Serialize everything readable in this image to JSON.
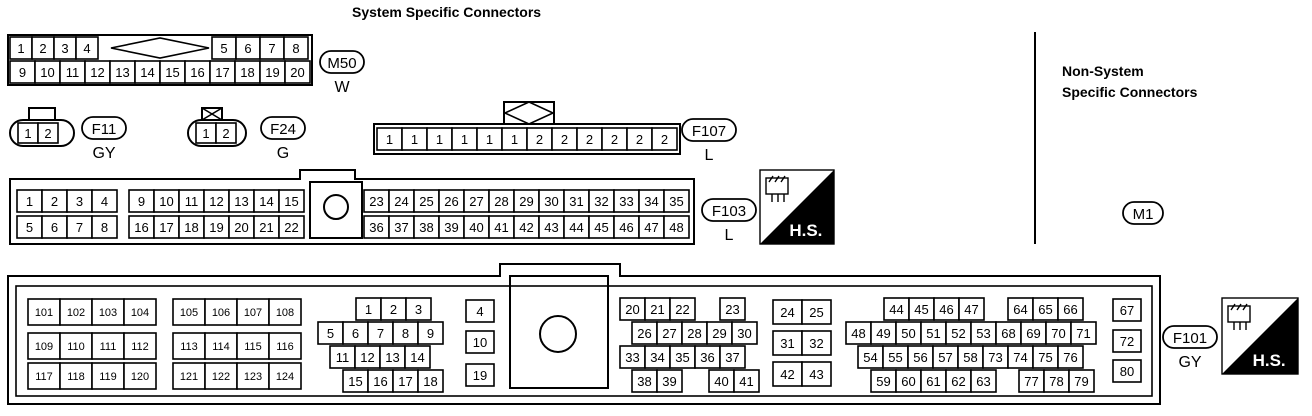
{
  "header": {
    "title": "System Specific Connectors"
  },
  "side_panel": {
    "title_line1": "Non-System",
    "title_line2": "Specific Connectors"
  },
  "connectors": [
    {
      "id": "M50",
      "color": "W",
      "pins": [
        "1",
        "2",
        "3",
        "4",
        "5",
        "6",
        "7",
        "8",
        "9",
        "10",
        "11",
        "12",
        "13",
        "14",
        "15",
        "16",
        "17",
        "18",
        "19",
        "20"
      ]
    },
    {
      "id": "F11",
      "color": "GY",
      "pins": [
        "1",
        "2"
      ]
    },
    {
      "id": "F24",
      "color": "G",
      "pins": [
        "1",
        "2"
      ]
    },
    {
      "id": "F107",
      "color": "L",
      "pins": [
        "1",
        "1",
        "1",
        "1",
        "1",
        "1",
        "2",
        "2",
        "2",
        "2",
        "2",
        "2"
      ]
    },
    {
      "id": "F103",
      "color": "L",
      "hs": "H.S.",
      "pins": [
        "1",
        "2",
        "3",
        "4",
        "5",
        "6",
        "7",
        "8",
        "9",
        "10",
        "11",
        "12",
        "13",
        "14",
        "15",
        "16",
        "17",
        "18",
        "19",
        "20",
        "21",
        "22",
        "23",
        "24",
        "25",
        "26",
        "27",
        "28",
        "29",
        "30",
        "31",
        "32",
        "33",
        "34",
        "35",
        "36",
        "37",
        "38",
        "39",
        "40",
        "41",
        "42",
        "43",
        "44",
        "45",
        "46",
        "47",
        "48"
      ]
    },
    {
      "id": "M1",
      "color": "",
      "pins": []
    },
    {
      "id": "F101",
      "color": "GY",
      "hs": "H.S.",
      "pins": [
        "101",
        "102",
        "103",
        "104",
        "109",
        "110",
        "111",
        "112",
        "117",
        "118",
        "119",
        "120",
        "105",
        "106",
        "107",
        "108",
        "113",
        "114",
        "115",
        "116",
        "121",
        "122",
        "123",
        "124",
        "1",
        "2",
        "3",
        "5",
        "6",
        "7",
        "8",
        "9",
        "11",
        "12",
        "13",
        "14",
        "15",
        "16",
        "17",
        "18",
        "4",
        "10",
        "19",
        "20",
        "21",
        "22",
        "23",
        "26",
        "27",
        "28",
        "29",
        "30",
        "33",
        "34",
        "35",
        "36",
        "37",
        "38",
        "39",
        "40",
        "41",
        "24",
        "25",
        "31",
        "32",
        "42",
        "43",
        "44",
        "45",
        "46",
        "47",
        "64",
        "65",
        "66",
        "48",
        "49",
        "50",
        "51",
        "52",
        "53",
        "68",
        "69",
        "70",
        "71",
        "54",
        "55",
        "56",
        "57",
        "58",
        "73",
        "74",
        "75",
        "76",
        "59",
        "60",
        "61",
        "62",
        "63",
        "77",
        "78",
        "79",
        "67",
        "72",
        "80"
      ]
    }
  ]
}
